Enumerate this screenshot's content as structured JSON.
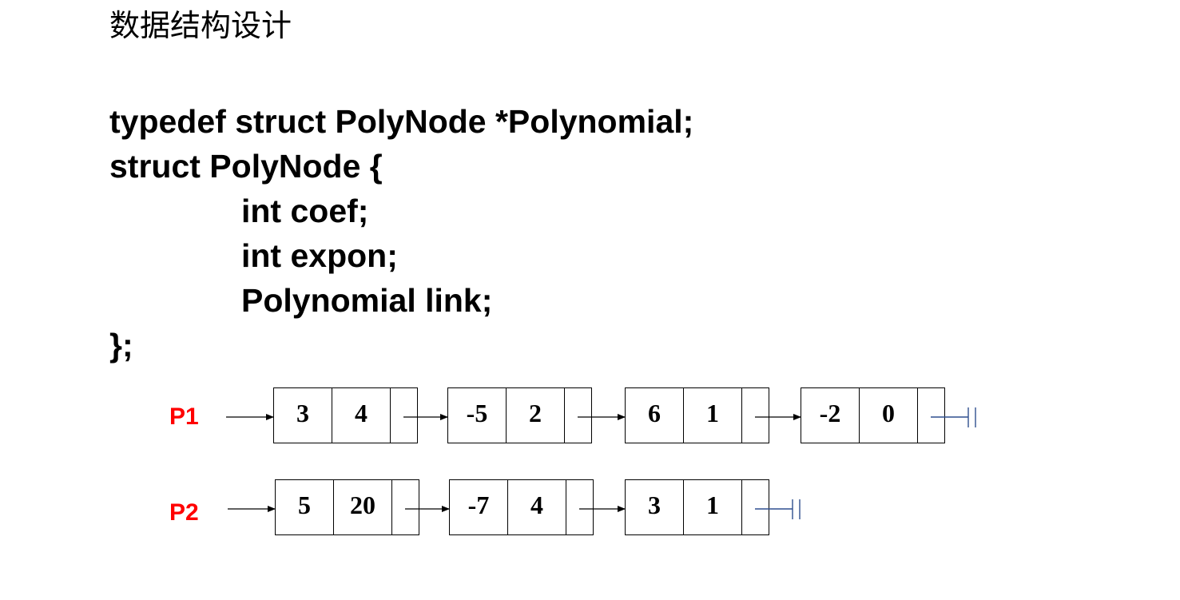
{
  "title": "数据结构设计",
  "code": {
    "line1": "typedef struct PolyNode *Polynomial;",
    "line2": "struct PolyNode {",
    "line3": "int coef;",
    "line4": "int expon;",
    "line5": "Polynomial link;",
    "line6": "};"
  },
  "lists": [
    {
      "label": "P1",
      "nodes": [
        {
          "coef": "3",
          "expon": "4"
        },
        {
          "coef": "-5",
          "expon": "2"
        },
        {
          "coef": "6",
          "expon": "1"
        },
        {
          "coef": "-2",
          "expon": "0"
        }
      ]
    },
    {
      "label": "P2",
      "nodes": [
        {
          "coef": "5",
          "expon": "20"
        },
        {
          "coef": "-7",
          "expon": "4"
        },
        {
          "coef": "3",
          "expon": "1"
        }
      ]
    }
  ],
  "colors": {
    "label": "#ff0000",
    "null_terminator": "#2f4f8f",
    "text": "#000000"
  }
}
